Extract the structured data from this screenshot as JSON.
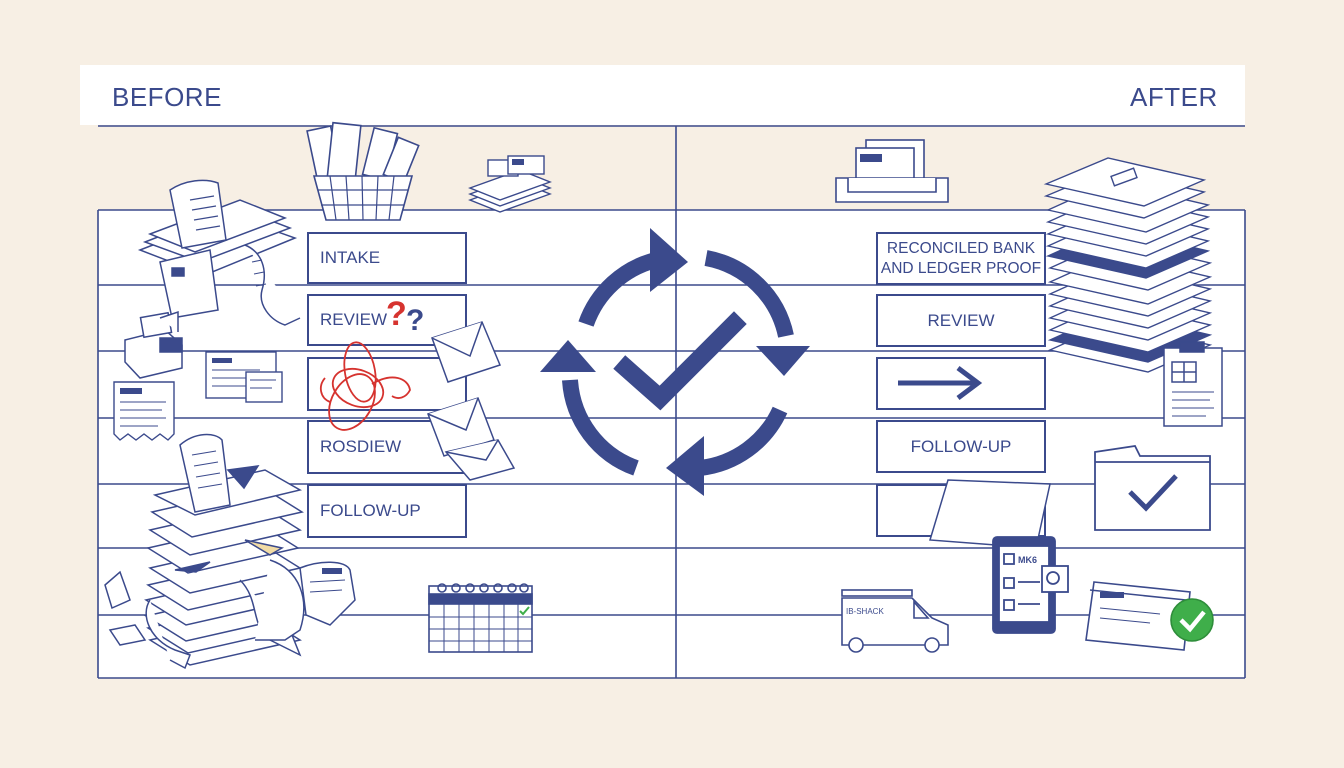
{
  "header": {
    "before_label": "BEFORE",
    "after_label": "AFTER"
  },
  "before": {
    "steps": [
      "INTAKE",
      "REVIEW",
      "",
      "ROSDIEW",
      "FOLLOW-UP"
    ],
    "question_marks": [
      "?",
      "?"
    ]
  },
  "after": {
    "steps": [
      "RECONCILED BANK\nAND LEDGER PROOF",
      "REVIEW",
      "",
      "FOLLOW-UP",
      ""
    ]
  },
  "van": {
    "label": "IB-SHACK"
  },
  "tablet": {
    "label": "MK6"
  },
  "colors": {
    "ink": "#3b4a8c",
    "paper": "#ffffff",
    "background": "#f7efe4",
    "red_accent": "#d6332f",
    "check_green": "#3fae4a"
  },
  "icons": [
    "receipt-pile-icon",
    "wire-basket-icon",
    "paper-stack-icon",
    "printer-icon",
    "document-icon",
    "envelope-icon",
    "tangle-icon",
    "calendar-icon",
    "inbox-tray-icon",
    "organized-stack-icon",
    "clipboard-icon",
    "refresh-cycle-icon",
    "checkmark-icon",
    "arrow-right-icon",
    "folder-check-icon",
    "van-icon",
    "tablet-icon",
    "letter-check-icon"
  ]
}
